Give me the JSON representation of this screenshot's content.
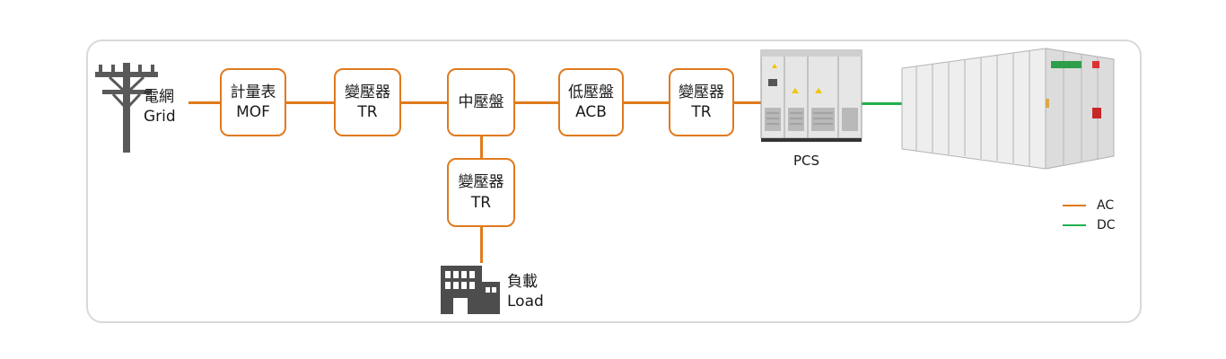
{
  "grid": {
    "zh": "電網",
    "en": "Grid"
  },
  "nodes": {
    "mof": {
      "zh": "計量表",
      "en": "MOF"
    },
    "tr1": {
      "zh": "變壓器",
      "en": "TR"
    },
    "mv": {
      "zh": "中壓盤",
      "en": ""
    },
    "acb": {
      "zh": "低壓盤",
      "en": "ACB"
    },
    "tr2": {
      "zh": "變壓器",
      "en": "TR"
    },
    "tr3": {
      "zh": "變壓器",
      "en": "TR"
    }
  },
  "pcs": {
    "label": "PCS"
  },
  "load": {
    "zh": "負載",
    "en": "Load"
  },
  "legend": [
    {
      "label": "AC",
      "color": "#e07a1e"
    },
    {
      "label": "DC",
      "color": "#22b14c"
    }
  ],
  "colors": {
    "ac": "#e07a1e",
    "dc": "#22b14c",
    "frame": "#d9d9d9"
  },
  "icons": {
    "grid": "utility-pole-icon",
    "load": "building-icon",
    "pcs": "pcs-cabinet-icon",
    "battery": "battery-container-icon"
  }
}
